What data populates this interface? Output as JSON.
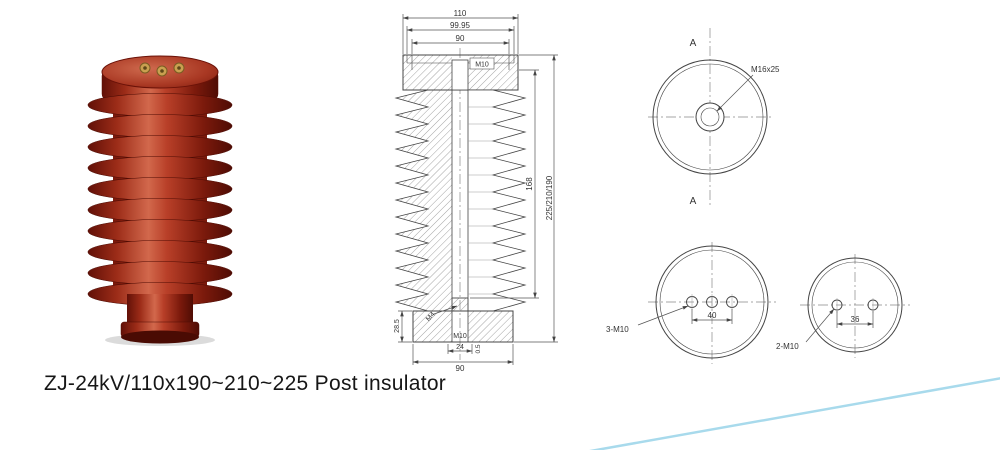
{
  "caption": "ZJ-24kV/110x190~210~225 Post insulator",
  "section_view": {
    "dim_width_outer": "110",
    "dim_width_mid": "99.95",
    "dim_width_inner": "90",
    "thread_top_label": "M10",
    "dim_thread_depth": "168",
    "dim_total_height": "225/210/190",
    "dim_base_height": "28.5",
    "thread_m4_label": "M4",
    "thread_bottom_label": "M10",
    "dim_counterbore": "24",
    "dim_chamfer": "0.5",
    "dim_base_width": "90"
  },
  "top_view": {
    "section_marker_top": "A",
    "section_marker_bottom": "A",
    "thread_label": "M16x25"
  },
  "bottom_view_three_hole": {
    "label": "3-M10",
    "dim_spacing": "40"
  },
  "bottom_view_two_hole": {
    "label": "2-M10",
    "dim_spacing": "36"
  },
  "colors": {
    "insulator_red": "#9c2b18",
    "drawing_line": "#444444",
    "accent_blue": "#a8daec"
  }
}
